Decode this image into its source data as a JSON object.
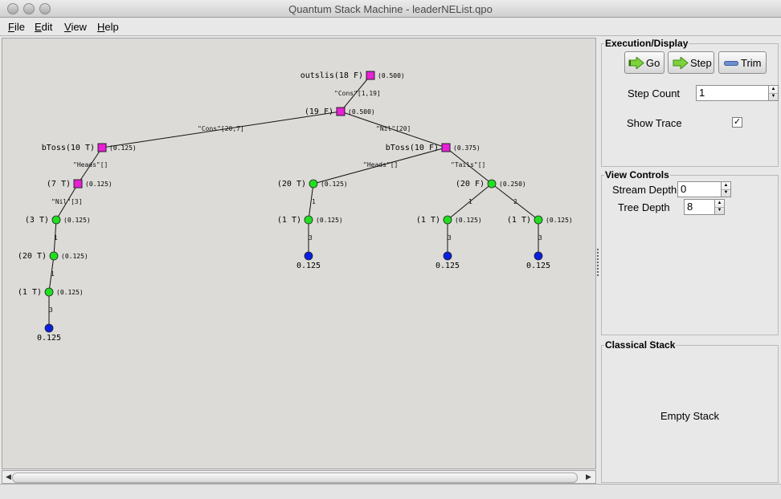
{
  "window": {
    "title": "Quantum Stack Machine - leaderNEList.qpo"
  },
  "menu": [
    {
      "label": "File",
      "mnemonic": "F",
      "rest": "ile"
    },
    {
      "label": "Edit",
      "mnemonic": "E",
      "rest": "dit"
    },
    {
      "label": "View",
      "mnemonic": "V",
      "rest": "iew"
    },
    {
      "label": "Help",
      "mnemonic": "H",
      "rest": "elp"
    }
  ],
  "execution": {
    "title": "Execution/Display",
    "go": "Go",
    "step": "Step",
    "trim": "Trim",
    "step_count_label": "Step Count",
    "step_count": "1",
    "show_trace_label": "Show Trace",
    "show_trace": true
  },
  "view_controls": {
    "title": "View Controls",
    "stream_depth_label": "Stream Depth",
    "stream_depth": "0",
    "tree_depth_label": "Tree Depth",
    "tree_depth": "8"
  },
  "classical_stack": {
    "title": "Classical Stack",
    "content": "Empty Stack"
  },
  "tree": {
    "nodes": [
      {
        "id": "n0",
        "shape": "square",
        "color": "#e81fd7",
        "label": "outslis(18 F)",
        "prob": "(0.500)"
      },
      {
        "id": "n1",
        "shape": "square",
        "color": "#e81fd7",
        "label": "(19 F)",
        "prob": "(0.500)"
      },
      {
        "id": "n2",
        "shape": "square",
        "color": "#e81fd7",
        "label": "bToss(10 T)",
        "prob": "(0.125)"
      },
      {
        "id": "n3",
        "shape": "square",
        "color": "#e81fd7",
        "label": "bToss(10 F)",
        "prob": "(0.375)"
      },
      {
        "id": "n4",
        "shape": "square",
        "color": "#e81fd7",
        "label": "(7 T)",
        "prob": "(0.125)"
      },
      {
        "id": "n5",
        "shape": "circle",
        "color": "#1fe01f",
        "label": "(3 T)",
        "prob": "(0.125)"
      },
      {
        "id": "n6",
        "shape": "circle",
        "color": "#1fe01f",
        "label": "(20 T)",
        "prob": "(0.125)"
      },
      {
        "id": "n7",
        "shape": "circle",
        "color": "#1fe01f",
        "label": "(1 T)",
        "prob": "(0.125)"
      },
      {
        "id": "n8",
        "shape": "leaf",
        "color": "#0a1ee0",
        "label": "",
        "prob": "",
        "value": "0.125"
      },
      {
        "id": "n9",
        "shape": "circle",
        "color": "#1fe01f",
        "label": "(20 T)",
        "prob": "(0.125)"
      },
      {
        "id": "n10",
        "shape": "circle",
        "color": "#1fe01f",
        "label": "(1 T)",
        "prob": "(0.125)"
      },
      {
        "id": "n11",
        "shape": "leaf",
        "color": "#0a1ee0",
        "label": "",
        "prob": "",
        "value": "0.125"
      },
      {
        "id": "n12",
        "shape": "circle",
        "color": "#1fe01f",
        "label": "(20 F)",
        "prob": "(0.250)"
      },
      {
        "id": "n13",
        "shape": "circle",
        "color": "#1fe01f",
        "label": "(1 T)",
        "prob": "(0.125)"
      },
      {
        "id": "n14",
        "shape": "leaf",
        "color": "#0a1ee0",
        "label": "",
        "prob": "",
        "value": "0.125"
      },
      {
        "id": "n15",
        "shape": "circle",
        "color": "#1fe01f",
        "label": "(1 T)",
        "prob": "(0.125)"
      },
      {
        "id": "n16",
        "shape": "leaf",
        "color": "#0a1ee0",
        "label": "",
        "prob": "",
        "value": "0.125"
      }
    ],
    "edges": [
      {
        "from": "n0",
        "to": "n1",
        "label": "\"Cons\"[1,19]"
      },
      {
        "from": "n1",
        "to": "n2",
        "label": "\"Cons\"[20,7]"
      },
      {
        "from": "n1",
        "to": "n3",
        "label": "\"Nil\"[20]"
      },
      {
        "from": "n2",
        "to": "n4",
        "label": "\"Heads\"[]"
      },
      {
        "from": "n4",
        "to": "n5",
        "label": "\"Nil\"[3]"
      },
      {
        "from": "n5",
        "to": "n6",
        "label": "1"
      },
      {
        "from": "n6",
        "to": "n7",
        "label": "1"
      },
      {
        "from": "n7",
        "to": "n8",
        "label": "3"
      },
      {
        "from": "n3",
        "to": "n9",
        "label": "\"Heads\"[]"
      },
      {
        "from": "n3",
        "to": "n12",
        "label": "\"Tails\"[]"
      },
      {
        "from": "n9",
        "to": "n10",
        "label": "1"
      },
      {
        "from": "n10",
        "to": "n11",
        "label": "3"
      },
      {
        "from": "n12",
        "to": "n13",
        "label": "1"
      },
      {
        "from": "n12",
        "to": "n15",
        "label": "2"
      },
      {
        "from": "n13",
        "to": "n14",
        "label": "3"
      },
      {
        "from": "n15",
        "to": "n16",
        "label": "3"
      }
    ]
  }
}
